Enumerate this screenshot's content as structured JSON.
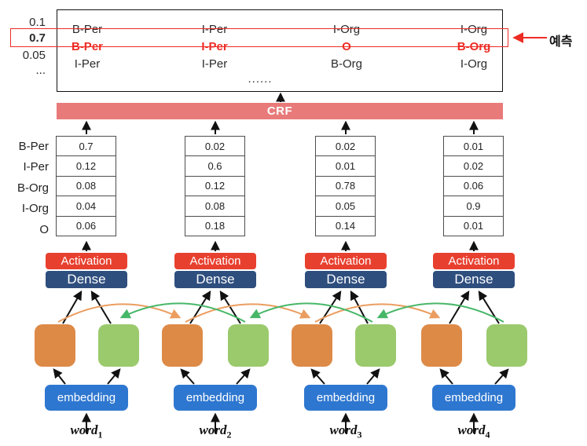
{
  "prediction": {
    "label": "예측"
  },
  "candidates": {
    "scores": [
      "0.1",
      "0.7",
      "0.05",
      "..."
    ],
    "rows": [
      [
        "B-Per",
        "I-Per",
        "I-Org",
        "I-Org"
      ],
      [
        "B-Per",
        "I-Per",
        "O",
        "B-Org"
      ],
      [
        "I-Per",
        "I-Per",
        "B-Org",
        "I-Org"
      ]
    ],
    "ellipsis": "......",
    "highlighted_row_index": 1
  },
  "crf": {
    "label": "CRF"
  },
  "tags": [
    "B-Per",
    "I-Per",
    "B-Org",
    "I-Org",
    "O"
  ],
  "probabilities": {
    "columns": [
      {
        "values": [
          "0.7",
          "0.12",
          "0.08",
          "0.04",
          "0.06"
        ]
      },
      {
        "values": [
          "0.02",
          "0.6",
          "0.12",
          "0.08",
          "0.18"
        ]
      },
      {
        "values": [
          "0.02",
          "0.01",
          "0.78",
          "0.05",
          "0.14"
        ]
      },
      {
        "values": [
          "0.01",
          "0.02",
          "0.06",
          "0.9",
          "0.01"
        ]
      }
    ]
  },
  "stack": {
    "activation": "Activation",
    "dense": "Dense",
    "embedding": "embedding"
  },
  "words": [
    {
      "base": "word",
      "sub": "1"
    },
    {
      "base": "word",
      "sub": "2"
    },
    {
      "base": "word",
      "sub": "3"
    },
    {
      "base": "word",
      "sub": "4"
    }
  ],
  "colors": {
    "prediction_red": "#ed2c24",
    "crf_bar": "#e97a7a",
    "activation_red": "#e8402f",
    "dense_navy": "#2e4e7e",
    "embedding_blue": "#2e77d0",
    "forward_cell_orange": "#dd8a47",
    "backward_cell_green": "#9bca6d",
    "forward_arc_orange": "#eb9d60",
    "backward_arc_green": "#47b768"
  }
}
